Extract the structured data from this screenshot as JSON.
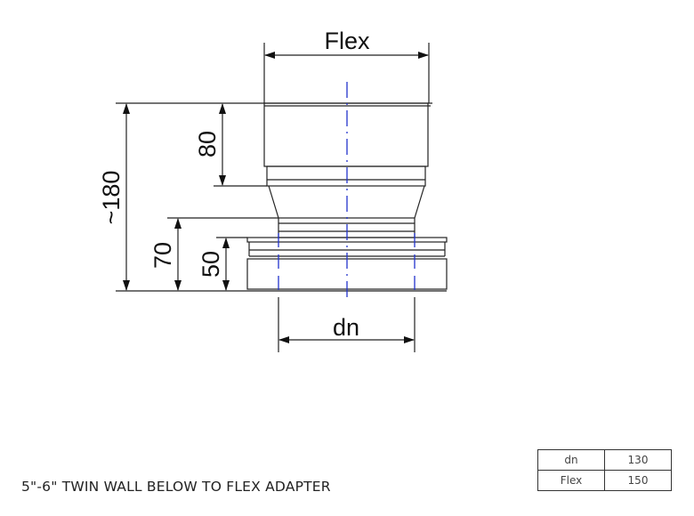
{
  "drawing": {
    "dimensions": {
      "flex": "Flex",
      "dn": "dn",
      "total_height": "~180",
      "upper_height": "80",
      "lower_height": "70",
      "flange_height": "50"
    }
  },
  "title": "5\"-6\" TWIN WALL BELOW TO FLEX ADAPTER",
  "spec_table": [
    {
      "label": "dn",
      "value": "130"
    },
    {
      "label": "Flex",
      "value": "150"
    }
  ]
}
